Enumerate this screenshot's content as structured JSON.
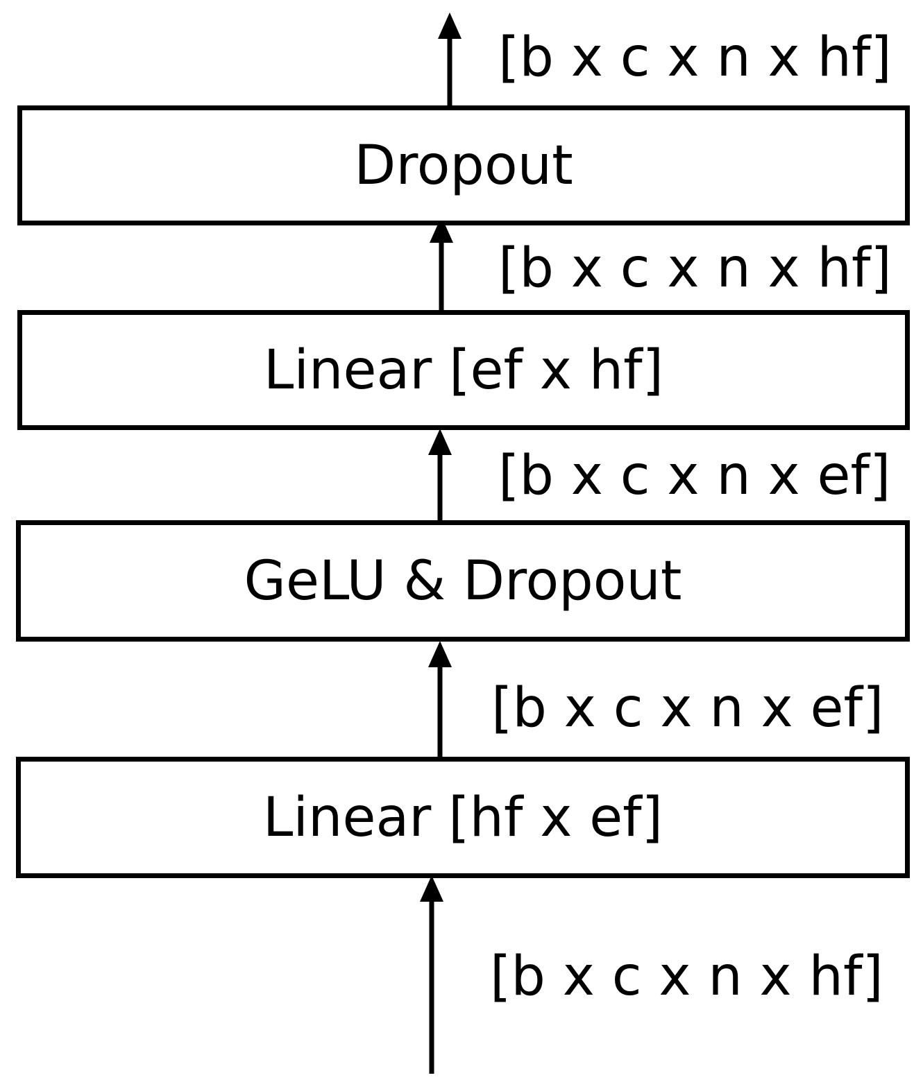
{
  "blocks": [
    {
      "id": "dropout-top",
      "label": "Dropout"
    },
    {
      "id": "linear-ef-hf",
      "label": "Linear [ef x hf]"
    },
    {
      "id": "gelu-dropout",
      "label": "GeLU & Dropout"
    },
    {
      "id": "linear-hf-ef",
      "label": "Linear [hf x ef]"
    }
  ],
  "tensor_shapes": [
    "[b x c x n x hf]",
    "[b x c x n x hf]",
    "[b x c x n x ef]",
    "[b x c x n x ef]",
    "[b x c x n x hf]"
  ],
  "colors": {
    "stroke": "#000000",
    "background": "#ffffff"
  }
}
